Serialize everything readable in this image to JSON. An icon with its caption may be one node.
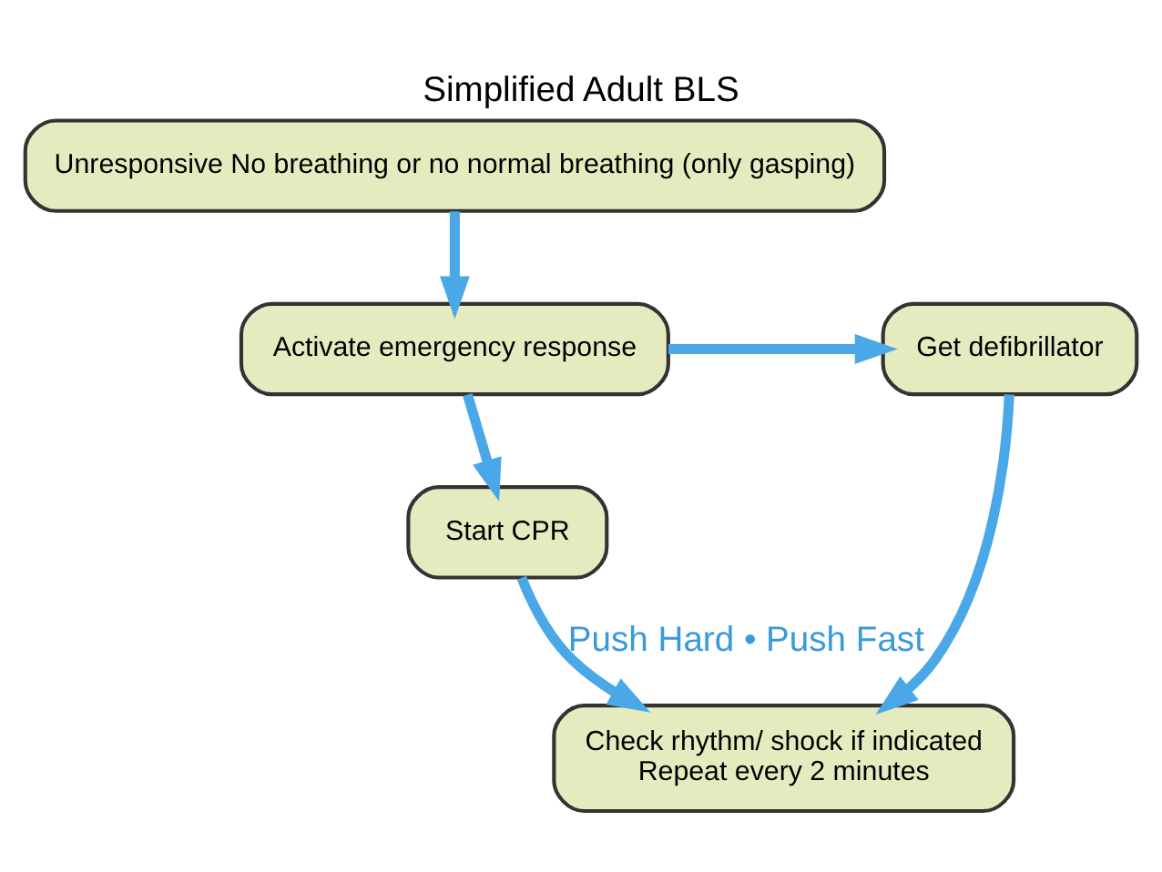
{
  "diagram": {
    "title": "Simplified Adult BLS",
    "nodes": [
      {
        "text": [
          "Unresponsive No breathing or no normal breathing (only gasping)"
        ]
      },
      {
        "text": [
          "Activate emergency response"
        ]
      },
      {
        "text": [
          "Get defibrillator"
        ]
      },
      {
        "text": [
          "Start CPR"
        ]
      },
      {
        "text": [
          "Check rhythm/ shock if indicated",
          "Repeat every 2 minutes"
        ]
      }
    ],
    "edges": [
      {
        "from": 0,
        "to": 1,
        "arrow": "to"
      },
      {
        "from": 1,
        "to": 2,
        "arrow": "to"
      },
      {
        "from": 1,
        "to": 3,
        "arrow": "to"
      },
      {
        "from": 3,
        "to": 4,
        "arrow": "to",
        "label": "Push Hard • Push Fast"
      },
      {
        "from": 2,
        "to": 4,
        "arrow": "to"
      }
    ]
  }
}
